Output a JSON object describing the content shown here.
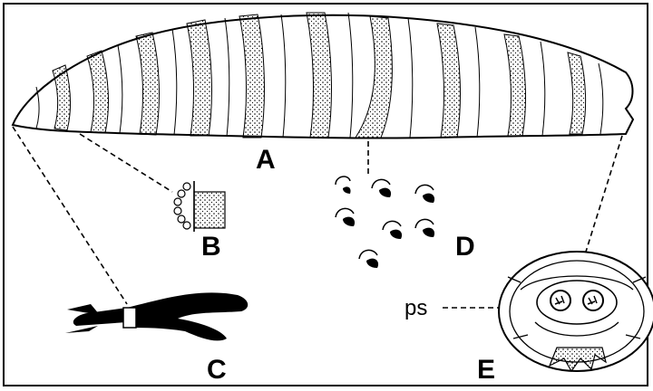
{
  "labels": {
    "a": "A",
    "b": "B",
    "c": "C",
    "d": "D",
    "e": "E",
    "ps": "ps"
  },
  "icons": {
    "larva": "larva-body-illustration",
    "spinule": "spinule-band-detail",
    "mouthhook": "cephaloskeleton-illustration",
    "spines": "cuticular-spines-illustration",
    "spiracle": "posterior-spiracle-illustration"
  },
  "colors": {
    "ink": "#000000",
    "paper": "#ffffff"
  }
}
